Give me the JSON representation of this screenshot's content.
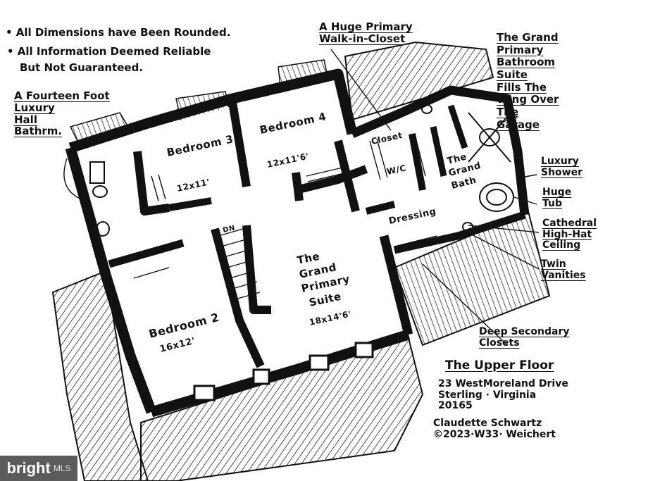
{
  "notes": {
    "dimensions": "• All Dimensions have Been Rounded.",
    "info_1": "• All Information Deemed Reliable",
    "info_2": "But Not Guaranteed.",
    "hall_bath": "A Fourteen Foot\nLuxury\nHall\nBathrm.",
    "closet": "A Huge Primary\nWalk-in-Closet",
    "bath_suite": "The Grand\nPrimary\nBathroom\nSuite\nFills The\nWing Over\nThe\nGarage",
    "shower": "Luxury\nShower",
    "tub": "Huge\nTub",
    "ceiling": "Cathedral\nHigh-Hat\nCeiling",
    "vanities": "Twin\nVanities",
    "sec_closets": "Deep Secondary\nClosets",
    "floor_title": "The Upper Floor",
    "address": "23 WestMoreland Drive\nSterling · Virginia\n20165",
    "credit": "Claudette Schwartz\n©2023·W33· Weichert"
  },
  "rooms": {
    "bedroom3": {
      "name": "Bedroom 3",
      "size": "12x11'"
    },
    "bedroom4": {
      "name": "Bedroom 4",
      "size": "12x11'6'"
    },
    "bedroom2": {
      "name": "Bedroom 2",
      "size": "16x12'"
    },
    "primary_1": "The",
    "primary_2": "Grand",
    "primary_3": "Primary",
    "primary_4": "Suite",
    "primary_size": "18x14'6'",
    "closet": "Closet",
    "wic": "W/C",
    "grand_bath_1": "The",
    "grand_bath_2": "Grand",
    "grand_bath_3": "Bath",
    "dressing": "Dressing",
    "stair": "DN"
  },
  "watermark": {
    "brand": "bright",
    "suffix": "MLS"
  },
  "colors": {
    "ink": "#111111",
    "paper": "#ffffff",
    "badge": "#5b5b5b"
  }
}
